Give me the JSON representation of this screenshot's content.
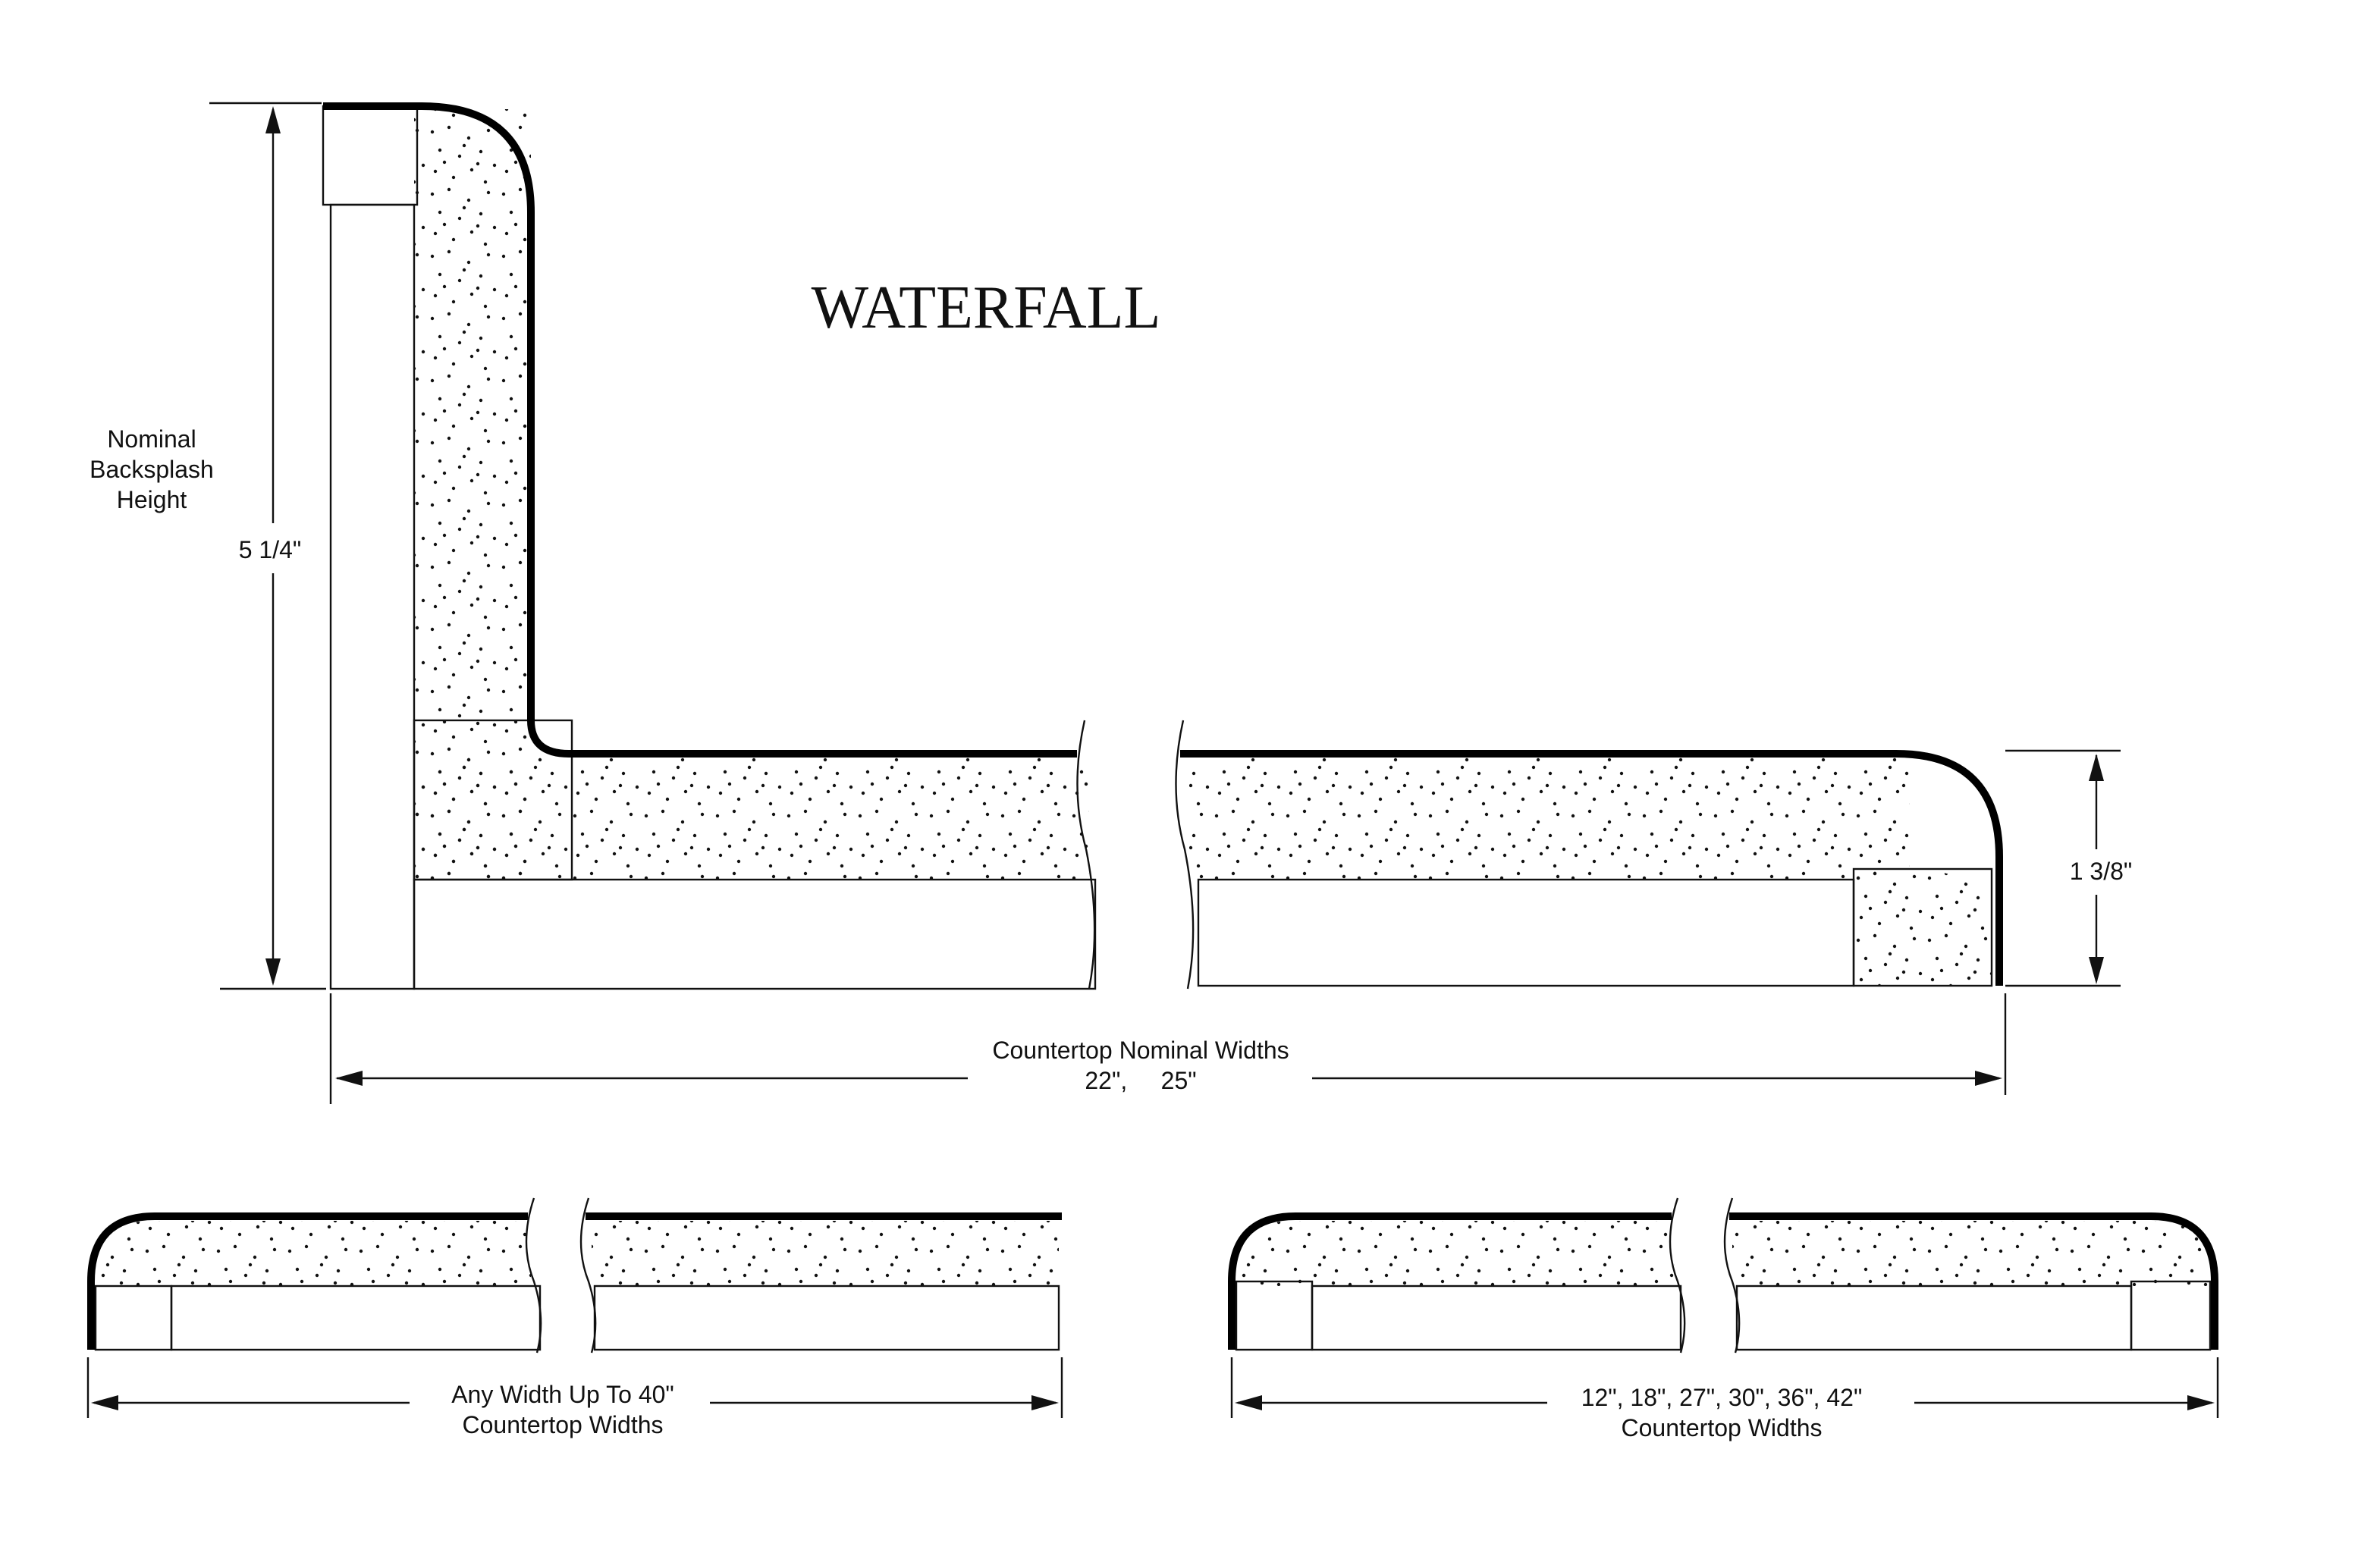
{
  "title": "WATERFALL",
  "main_profile": {
    "backsplash_label": [
      "Nominal",
      "Backsplash",
      "Height"
    ],
    "backsplash_height": "5 1/4\"",
    "edge_thickness": "1 3/8\"",
    "width_label": "Countertop Nominal Widths",
    "width_values": "22\",     25\""
  },
  "profile_left": {
    "width_label": "Any Width Up To 40\"",
    "width_caption": "Countertop Widths"
  },
  "profile_right": {
    "width_label": "12\", 18\", 27\", 30\", 36\", 42\"",
    "width_caption": "Countertop Widths"
  }
}
